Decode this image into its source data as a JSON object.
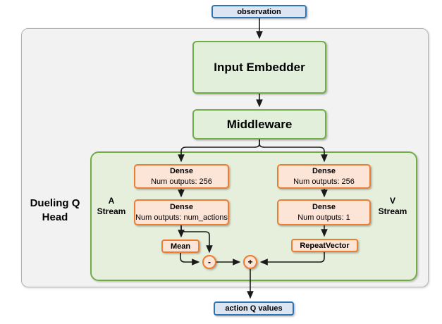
{
  "nodes": {
    "observation": {
      "label": "observation"
    },
    "input_embedder": {
      "label": "Input Embedder"
    },
    "middleware": {
      "label": "Middleware"
    },
    "action_q_values": {
      "label": "action Q values"
    }
  },
  "head": {
    "label_line1": "Dueling Q",
    "label_line2": "Head"
  },
  "streams": {
    "a": {
      "name_line1": "A",
      "name_line2": "Stream",
      "dense1_title": "Dense",
      "dense1_sub": "Num outputs: 256",
      "dense2_title": "Dense",
      "dense2_sub": "Num outputs: num_actions",
      "op_label": "Mean",
      "circle_label": "-"
    },
    "v": {
      "name_line1": "V",
      "name_line2": "Stream",
      "dense1_title": "Dense",
      "dense1_sub": "Num outputs: 256",
      "dense2_title": "Dense",
      "dense2_sub": "Num outputs: 1",
      "op_label": "RepeatVector",
      "circle_label": "+"
    }
  },
  "colors": {
    "blue_fill": "#dce6f2",
    "blue_border": "#2e75b6",
    "green_fill": "#e2efda",
    "green_border": "#70ad47",
    "outer_container_fill": "#f2f2f2",
    "outer_container_border": "#b3b3b3",
    "dueling_container_fill": "#e5efdb",
    "orange_fill": "#fce4d6",
    "orange_border": "#ed7d31",
    "arrow": "#1a1a1a"
  }
}
